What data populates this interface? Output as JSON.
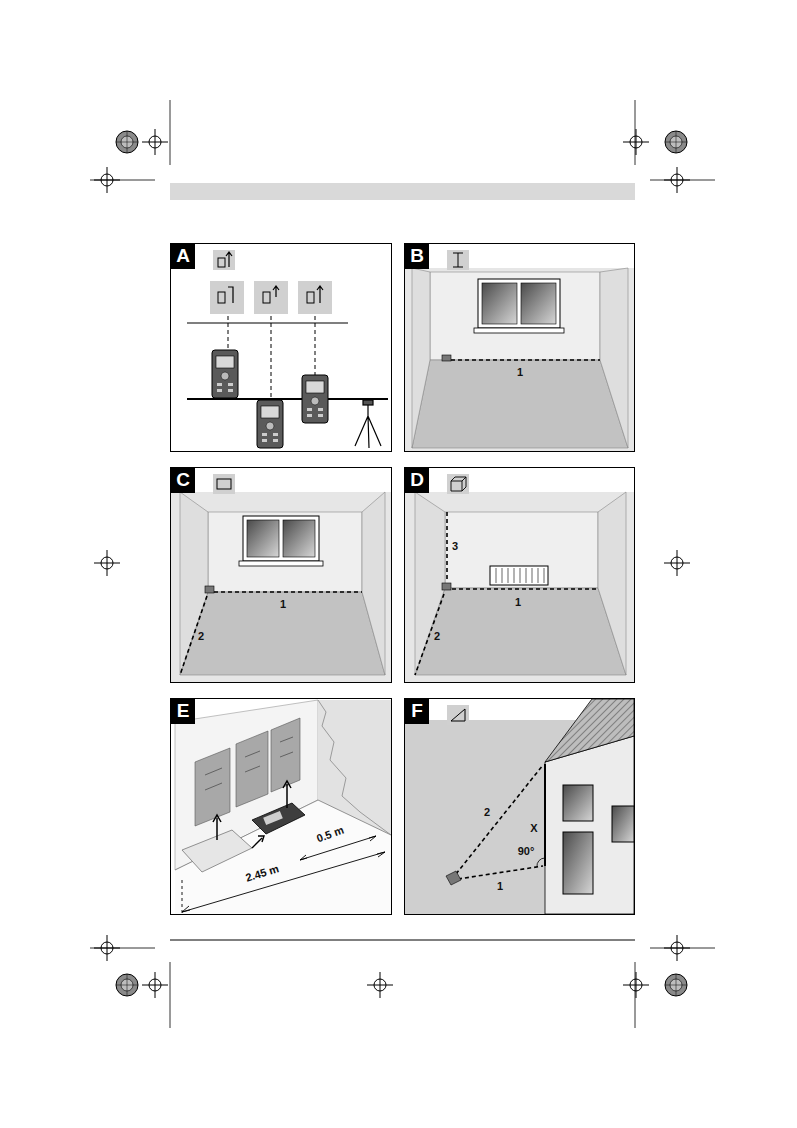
{
  "diagram": {
    "nodes": [
      {
        "text": [
          "A"
        ]
      },
      {
        "text": [
          "B"
        ]
      },
      {
        "text": [
          "C"
        ]
      },
      {
        "text": [
          "D"
        ]
      },
      {
        "text": [
          "E"
        ]
      },
      {
        "text": [
          "F"
        ]
      }
    ],
    "labels": [
      "1",
      "1",
      "2",
      "3",
      "1",
      "2",
      "0.5 m",
      "2.45 m",
      "2",
      "X",
      "1",
      "90°"
    ]
  }
}
